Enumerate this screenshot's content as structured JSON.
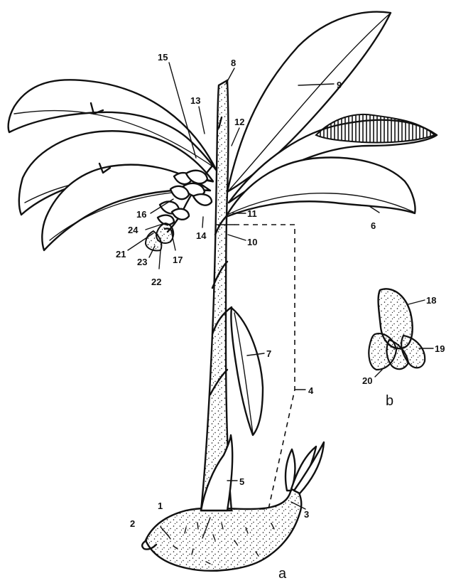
{
  "figure": {
    "labels": {
      "l1": "1",
      "l2": "2",
      "l3": "3",
      "l4": "4",
      "l5": "5",
      "l6": "6",
      "l7": "7",
      "l8": "8",
      "l9": "9",
      "l10": "10",
      "l11": "11",
      "l12": "12",
      "l13": "13",
      "l14": "14",
      "l15": "15",
      "l16": "16",
      "l17": "17",
      "l18": "18",
      "l19": "19",
      "l20": "20",
      "l21": "21",
      "l22": "22",
      "l23": "23",
      "l24": "24"
    },
    "panel_a": "a",
    "panel_b": "b"
  }
}
